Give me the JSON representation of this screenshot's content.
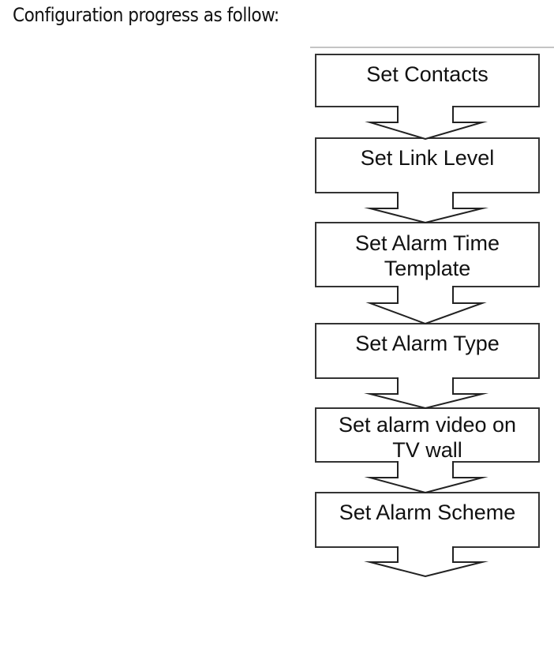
{
  "window": {
    "title": "Configuration progress as follow:"
  },
  "flowchart": {
    "steps": [
      {
        "label": "Set Contacts"
      },
      {
        "label": "Set Link Level"
      },
      {
        "label": "Set Alarm Time\nTemplate"
      },
      {
        "label": "Set Alarm Type"
      },
      {
        "label": "Set alarm video on\nTV wall"
      },
      {
        "label": "Set Alarm Scheme"
      }
    ],
    "connector_icon": "down-block-arrow",
    "colors": {
      "box_border": "#333333",
      "arrow_stroke": "#222222",
      "text": "#111111",
      "background": "#ffffff",
      "divider_line": "#c4c4c4"
    }
  }
}
